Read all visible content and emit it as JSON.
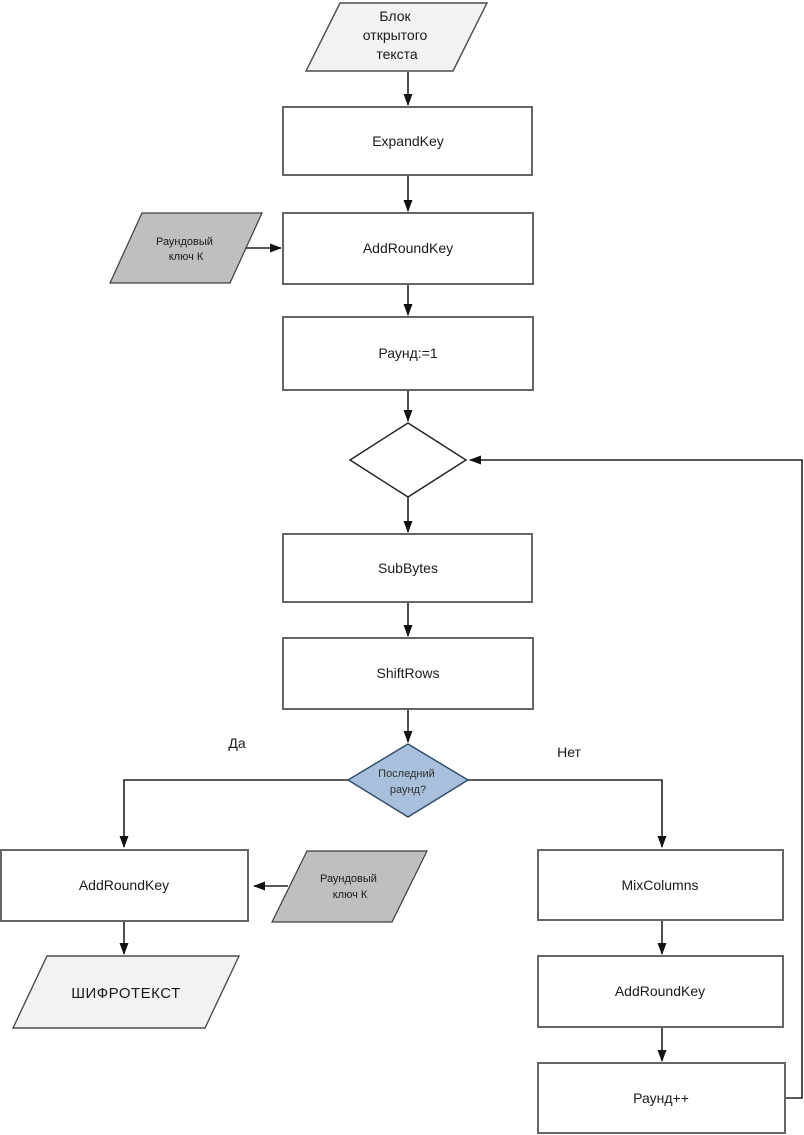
{
  "diagram": {
    "kind": "flowchart",
    "colors": {
      "process_fill": "#ffffff",
      "process_border": "#666666",
      "io_light_fill": "#f2f2f2",
      "io_gray_fill": "#bfbfbf",
      "decision_fill": "#a9c0dc",
      "decision_border": "#2f4a66",
      "line": "#222222"
    },
    "nodes": {
      "plaintext_block": {
        "lines": [
          "Блок",
          "открытого",
          "текста"
        ]
      },
      "expand_key": {
        "label": "ExpandKey"
      },
      "round_key_input_top": {
        "lines": [
          "Раундовый",
          "ключ К"
        ]
      },
      "add_round_key_top": {
        "label": "AddRoundKey"
      },
      "round_init": {
        "label": "Раунд:=1"
      },
      "loop_entry_decision": {
        "label": ""
      },
      "sub_bytes": {
        "label": "SubBytes"
      },
      "shift_rows": {
        "label": "ShiftRows"
      },
      "last_round_decision": {
        "lines": [
          "Последний",
          "раунд?"
        ]
      },
      "add_round_key_final": {
        "label": "AddRoundKey"
      },
      "round_key_input_final": {
        "lines": [
          "Раундовый",
          "ключ К"
        ]
      },
      "ciphertext": {
        "label": "ШИФРОТЕКСТ"
      },
      "mix_columns": {
        "label": "MixColumns"
      },
      "add_round_key_loop": {
        "label": "AddRoundKey"
      },
      "round_increment": {
        "label": "Раунд++"
      }
    },
    "edge_labels": {
      "yes": "Да",
      "no": "Нет"
    }
  }
}
